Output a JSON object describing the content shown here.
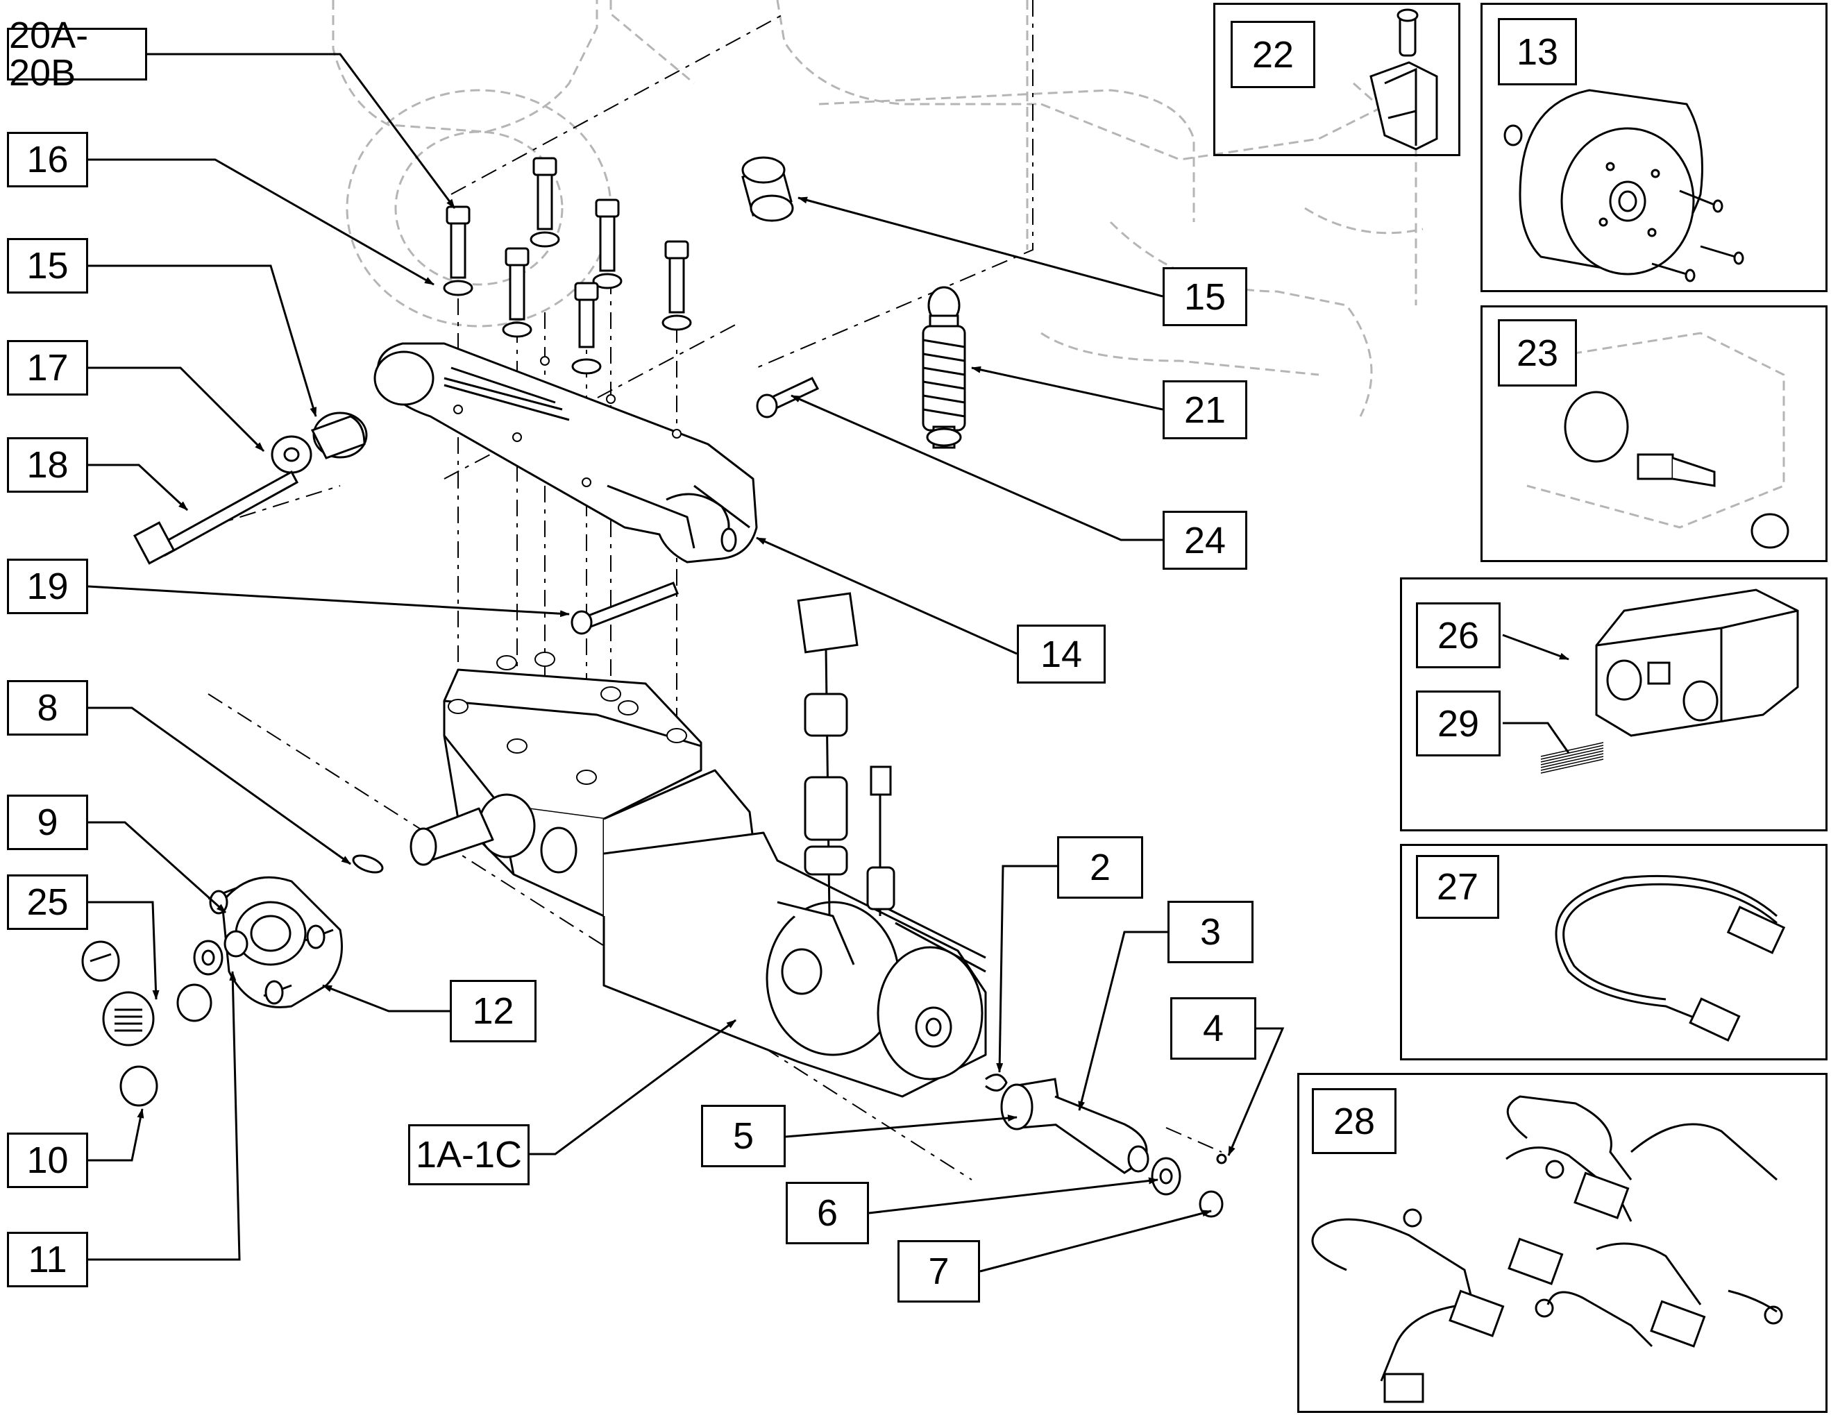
{
  "diagram": {
    "callouts": {
      "c20A_20B": "20A-20B",
      "c16": "16",
      "c15_left": "15",
      "c17": "17",
      "c18": "18",
      "c19": "19",
      "c8": "8",
      "c9": "9",
      "c25": "25",
      "c10": "10",
      "c11": "11",
      "c12": "12",
      "c1A_1C": "1A-1C",
      "c15_right": "15",
      "c21": "21",
      "c24": "24",
      "c14": "14",
      "c2": "2",
      "c3": "3",
      "c4": "4",
      "c5": "5",
      "c6": "6",
      "c7": "7",
      "c22": "22",
      "c13": "13",
      "c23": "23",
      "c26": "26",
      "c29": "29",
      "c27": "27",
      "c28": "28"
    },
    "colors": {
      "line": "#000000",
      "ghost": "#b5b5b5",
      "background": "#ffffff"
    }
  }
}
